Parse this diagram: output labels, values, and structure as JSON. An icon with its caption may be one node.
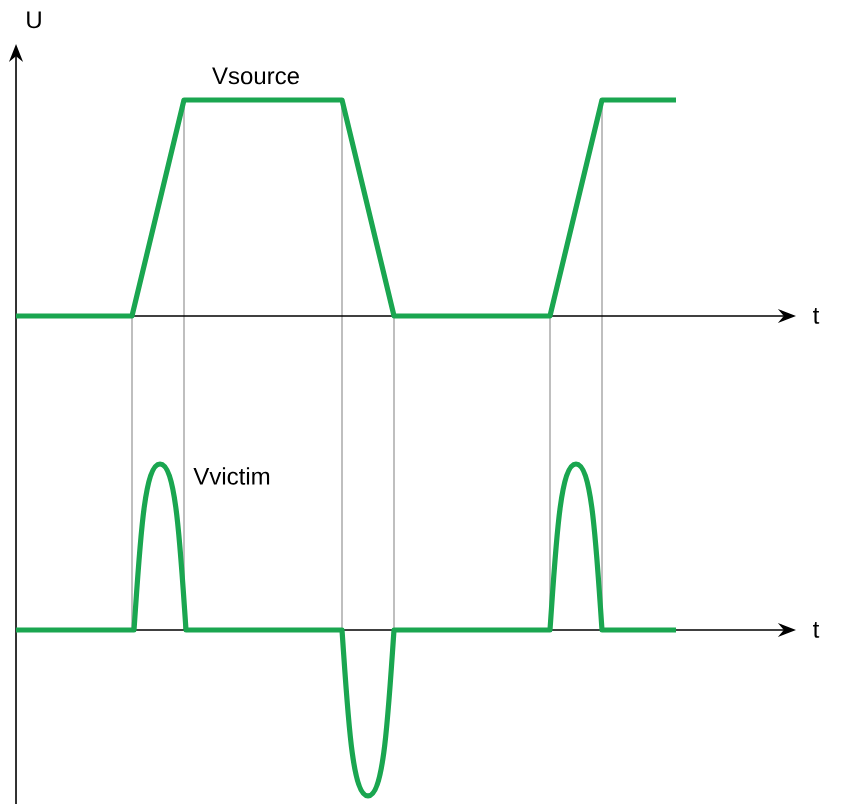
{
  "diagram": {
    "labels": [
      "U",
      "Vsource",
      "t",
      "Vvictim",
      "t"
    ]
  }
}
